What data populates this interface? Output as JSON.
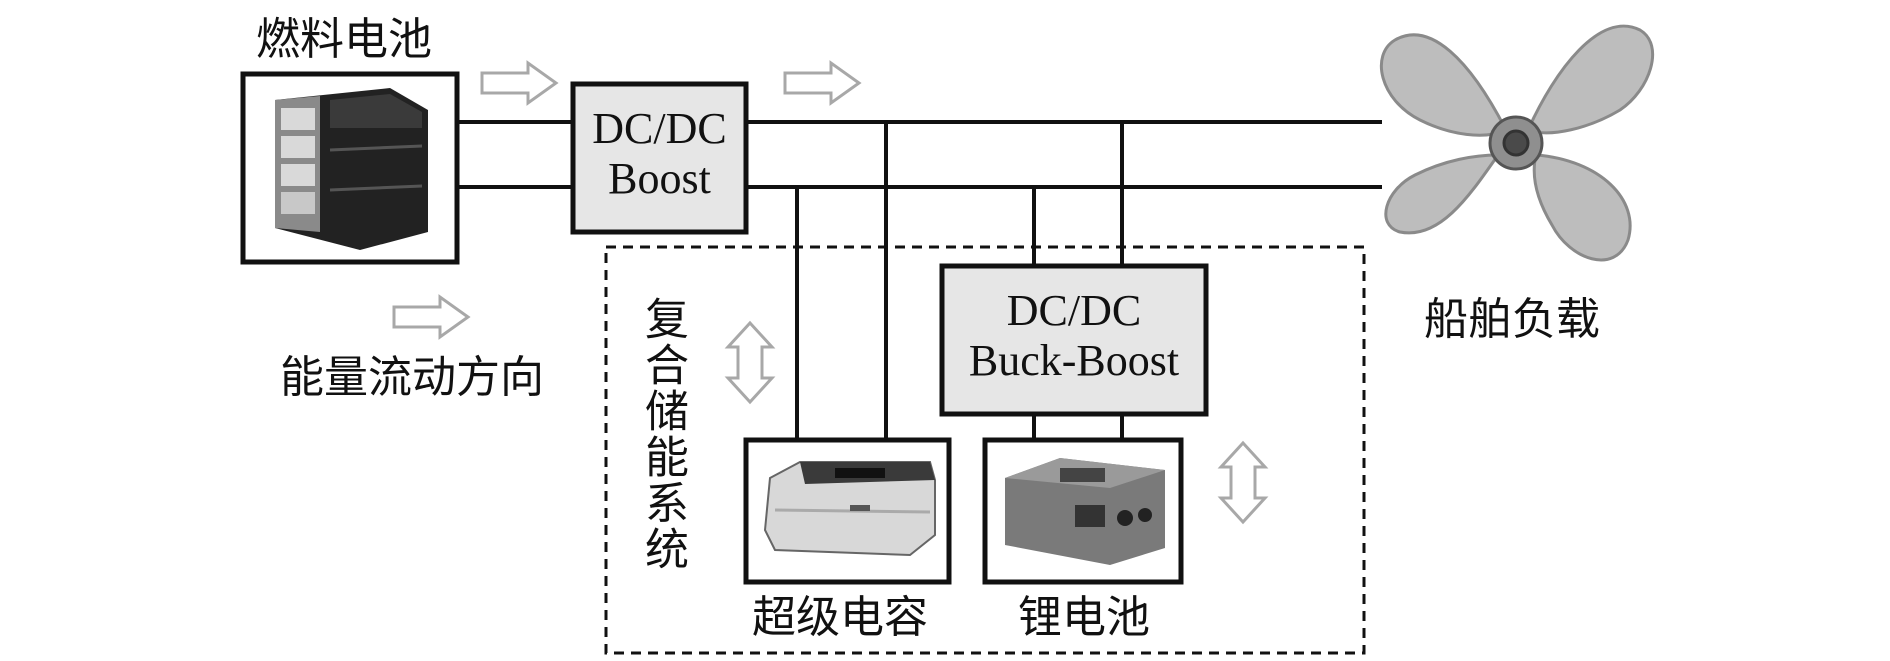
{
  "fuel_cell": {
    "label": "燃料电池"
  },
  "dcdc_boost": {
    "line1": "DC/DC",
    "line2": "Boost"
  },
  "dcdc_buckboost": {
    "line1": "DC/DC",
    "line2": "Buck-Boost"
  },
  "ship_load": {
    "label": "船舶负载"
  },
  "legend": {
    "label": "能量流动方向"
  },
  "hybrid_storage": {
    "label": "复合储能系统"
  },
  "supercapacitor": {
    "label": "超级电容"
  },
  "lithium_battery": {
    "label": "锂电池"
  },
  "colors": {
    "line": "#111111",
    "box_fill": "#e6e6e6",
    "arrow": "#cfcfcf"
  }
}
